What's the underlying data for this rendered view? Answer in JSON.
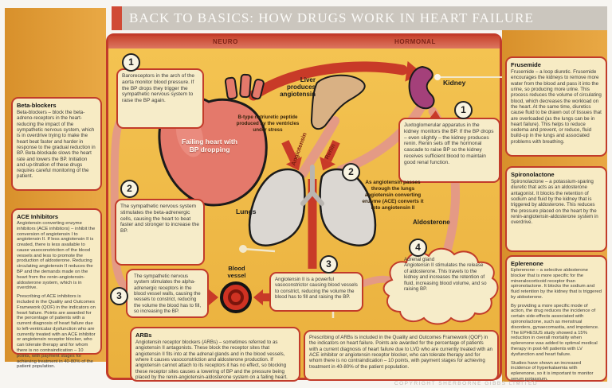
{
  "colors": {
    "accent_red": "#C23B2A",
    "panel_yellow": "#EFBE45",
    "column_orange": "#DF9A33",
    "box_cream": "#F7EBC4",
    "header_gray": "#CBC6BE",
    "heart_salmon": "#E4796B",
    "kidney_purple": "#A4407A",
    "liver_tan": "#D9B184"
  },
  "title": "BACK TO BASICS: HOW DRUGS WORK IN HEART FAILURE",
  "pathways": {
    "neuro": "NEURO",
    "hormonal": "HORMONAL"
  },
  "steps": {
    "neuro": [
      {
        "n": "1",
        "text": "Baroreceptors in the arch of the aorta monitor blood pressure. If the BP drops they trigger the sympathetic nervous system to raise the BP again."
      },
      {
        "n": "2",
        "text": "The sympathetic nervous system stimulates the beta-adrenergic cells, causing the heart to beat faster and stronger to increase the BP."
      },
      {
        "n": "3",
        "text": "The sympathetic nervous system stimulates the alpha-adrenergic receptors in the blood vessel walls, causing the vessels to constrict, reducing the volume the blood has to fill, so increasing the BP."
      }
    ],
    "hormonal": [
      {
        "n": "1",
        "text": "Juxtoglomerular apparatus in the kidney monitors the BP. If the BP drops – even slightly – the kidney produces renin. Renin sets off the hormonal cascade to raise BP so the kidney receives sufficient blood to maintain good renal function."
      },
      {
        "n": "2",
        "text": "As angiotensin passes through the lungs angiotensin converting enzyme (ACE) converts it into angiotensin II"
      },
      {
        "n": "3",
        "text": "Angiotensin II is a powerful vasoconstrictor causing blood vessels to constrict, reducing the volume the blood has to fill and raising the BP."
      },
      {
        "n": "4",
        "label": "Adrenal gland",
        "text": "Angiotensin II stimulates the release of aldosterone. This travels to the kidney and increases the retention of fluid, increasing blood volume, and so raising BP."
      }
    ]
  },
  "labels": {
    "failing_heart": "Failing heart with BP dropping",
    "bnp": "B-type natriuretic peptide produced by the ventricles under stress",
    "liver": "Liver produces angiotensin",
    "kidney": "Kidney",
    "lungs": "Lungs",
    "blood_vessel": "Blood vessel",
    "aldosterone": "Aldosterone",
    "angiotensin": "Angiotensin",
    "renin": "Renin"
  },
  "drugs": {
    "beta_blockers": {
      "title": "Beta-blockers",
      "paragraphs": [
        "Beta-blockers – block the beta-adreno-receptors in the heart-reducing the impact of the sympathetic nervous system, which is in overdrive trying to make the heart beat faster and harder in response to the gradual reduction in BP. Beta-blockade slows the heart rate and lowers the BP. Initiation and up-titration of these drugs requires careful monitoring of the patient."
      ]
    },
    "ace_inhibitors": {
      "title": "ACE Inhibitors",
      "paragraphs": [
        "Angiotensin converting enzyme inhibitors (ACE inhibitors) – inhibit the conversion of angiotensin I to angiotensin II. If less angiotensin II is created, there is less available to cause vasoconstriction of the blood vessels and less to promote the production of aldosterone. Reducing circulating angiotensin II reduces the BP and the demands made on the heart from the renin-angiotensin-aldosterone system, which is in overdrive.",
        "Prescribing of ACE inhibitors is included in the Quality and Outcomes Framework (QOF) in the indicators on heart failure. Points are awarded for the percentage of patients with a current diagnosis of heart failure due to left-ventricular dysfunction who are currently treated with an ACE inhibitor or angiotensin receptor blocker, who can tolerate therapy and for whom there is no contraindication – 10 points, with payment stages for achieving treatment in 40-80% of the patient population."
      ]
    },
    "frusemide": {
      "title": "Frusemide",
      "paragraphs": [
        "Frusemide – a loop diuretic. Frusemide encourages the kidneys to remove more water from the blood and pass it into the urine, so producing more urine. This process reduces the volume of circulating blood, which decreases the workload on the heart. At the same time, diuretics cause fluid to be drawn out of tissues that are overloaded (as the lungs can be in heart failure). This helps to reduce oedema and prevent, or reduce, fluid build-up in the lungs and associated problems with breathing."
      ]
    },
    "spironolactone": {
      "title": "Spironolactone",
      "paragraphs": [
        "Spironolactone – a potassium-sparing diuretic that acts as an aldosterone antagonist. It blocks the retention of sodium and fluid by the kidney that is triggered by aldosterone. This reduces the pressure placed on the heart by the renin-angiotensin-aldosterone system in overdrive."
      ]
    },
    "eplerenone": {
      "title": "Eplerenone",
      "paragraphs": [
        "Eplerenone – a selective aldosterone blocker that is more specific for the mineralocorticoid receptor than spironolactone. It blocks the sodium and fluid retention by the kidney that is triggered by aldosterone.",
        "By providing a more specific mode of action, the drug reduces the incidence of certain side-effects associated with spironolactone, such as menstrual disorders, gynaecomastia, and impotence. The EPHESUS study showed a 15% reduction in overall mortality when eplerenone was added to optimal medical therapy in post-MI patients with LV dysfunction and heart failure.",
        "Studies have shown an increased incidence of hyperkalaemia with eplerenone, so it is important to monitor serum potassium."
      ]
    },
    "arbs": {
      "title": "ARBs",
      "paragraphs": [
        "Angiotensin receptor blockers (ARBs) – sometimes referred to as angiotensin II antagonists. These block the receptor sites that angiotensin II fits into at the adrenal glands and in the blood vessels, where it causes vasoconstriction and aldosterone production. If angiotensin cannot attach to its receptors it has no effect, so blocking these receptor sites causes a lowering of BP and the pressure being placed by the renin-angiotensin-aldosterone system on a failing heart."
      ]
    },
    "arbs_qof": {
      "paragraphs": [
        "Prescribing of ARBs is included in the Quality and Outcomes Framework (QOF) in the indicators on heart failure. Points are awarded for the percentage of patients with a current diagnosis of heart failure due to LVD who are currently treated with an ACE inhibitor or angiotensin receptor blocker, who can tolerate therapy and for whom there is no contraindication – 10 points, with payment stages for achieving treatment in 40-80% of the patient population."
      ]
    }
  },
  "footer": {
    "copyright": "COPYRIGHT SHERBORNE GIBBS LIMITED"
  }
}
